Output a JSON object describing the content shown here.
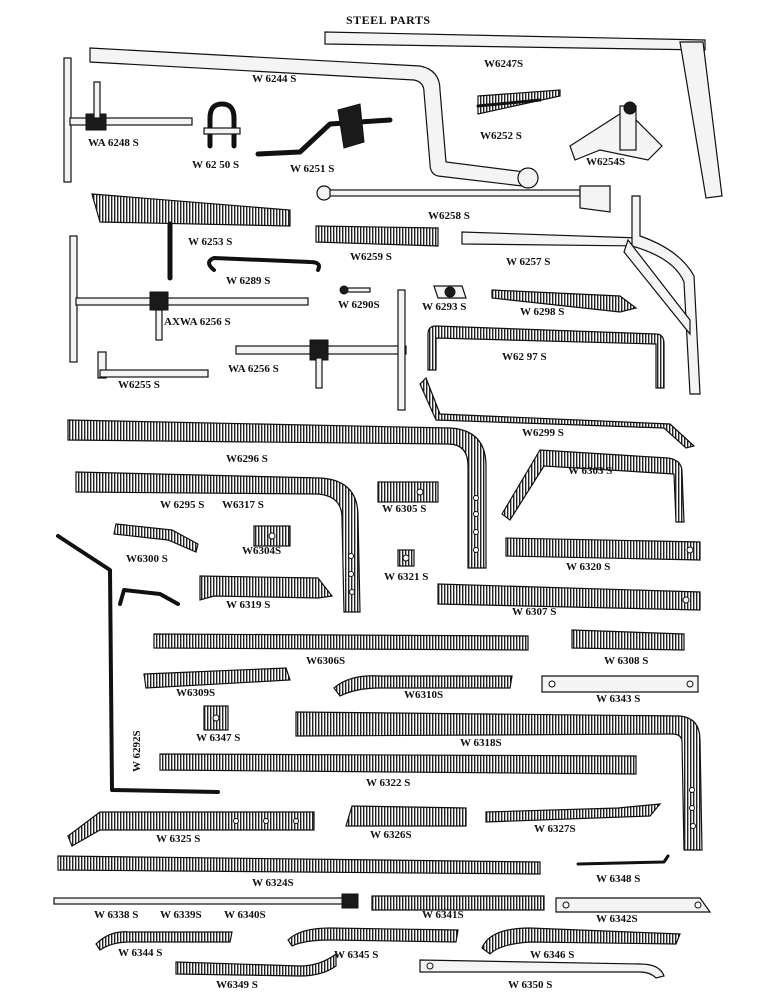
{
  "title": "STEEL PARTS",
  "labels": {
    "W6244S": "W 6244 S",
    "W6247S": "W6247S",
    "WA6248S": "WA 6248 S",
    "W6250S": "W 62 50 S",
    "W6251S": "W 6251 S",
    "W6252S": "W6252 S",
    "W6254S": "W6254S",
    "W6258S": "W6258 S",
    "W6253S": "W 6253 S",
    "W6259S": "W6259 S",
    "W6257S": "W 6257 S",
    "W6289S": "W 6289 S",
    "W6290S": "W 6290S",
    "W6293S": "W 6293 S",
    "W6298S": "W 6298 S",
    "AXWA6256S": "AXWA 6256 S",
    "W6297S": "W62 97 S",
    "WA6256S": "WA 6256 S",
    "W6255S": "W6255 S",
    "W6299S": "W6299 S",
    "W6296S": "W6296 S",
    "W6303S": "W 6303 S",
    "W6295S": "W 6295 S",
    "W6317S": "W6317 S",
    "W6305S": "W 6305 S",
    "W6300S": "W6300 S",
    "W6304S": "W6304S",
    "W6321S": "W 6321 S",
    "W6320S": "W 6320 S",
    "W6319S": "W 6319 S",
    "W6307S": "W 6307 S",
    "W6306S": "W6306S",
    "W6308S": "W 6308 S",
    "W6309S": "W6309S",
    "W6310S": "W6310S",
    "W6343S": "W 6343 S",
    "W6292S": "W 6292S",
    "W6347S": "W 6347 S",
    "W6318S": "W 6318S",
    "W6322S": "W 6322 S",
    "W6325S": "W 6325 S",
    "W6326S": "W 6326S",
    "W6327S": "W 6327S",
    "W6324S": "W 6324S",
    "W6348S": "W 6348 S",
    "W6338S": "W 6338 S",
    "W6339S": "W 6339S",
    "W6340S": "W 6340S",
    "W6341S": "W 6341S",
    "W6342S": "W 6342S",
    "W6344S": "W 6344 S",
    "W6345S": "W 6345 S",
    "W6346S": "W 6346 S",
    "W6349S": "W6349 S",
    "W6350S": "W 6350 S"
  }
}
